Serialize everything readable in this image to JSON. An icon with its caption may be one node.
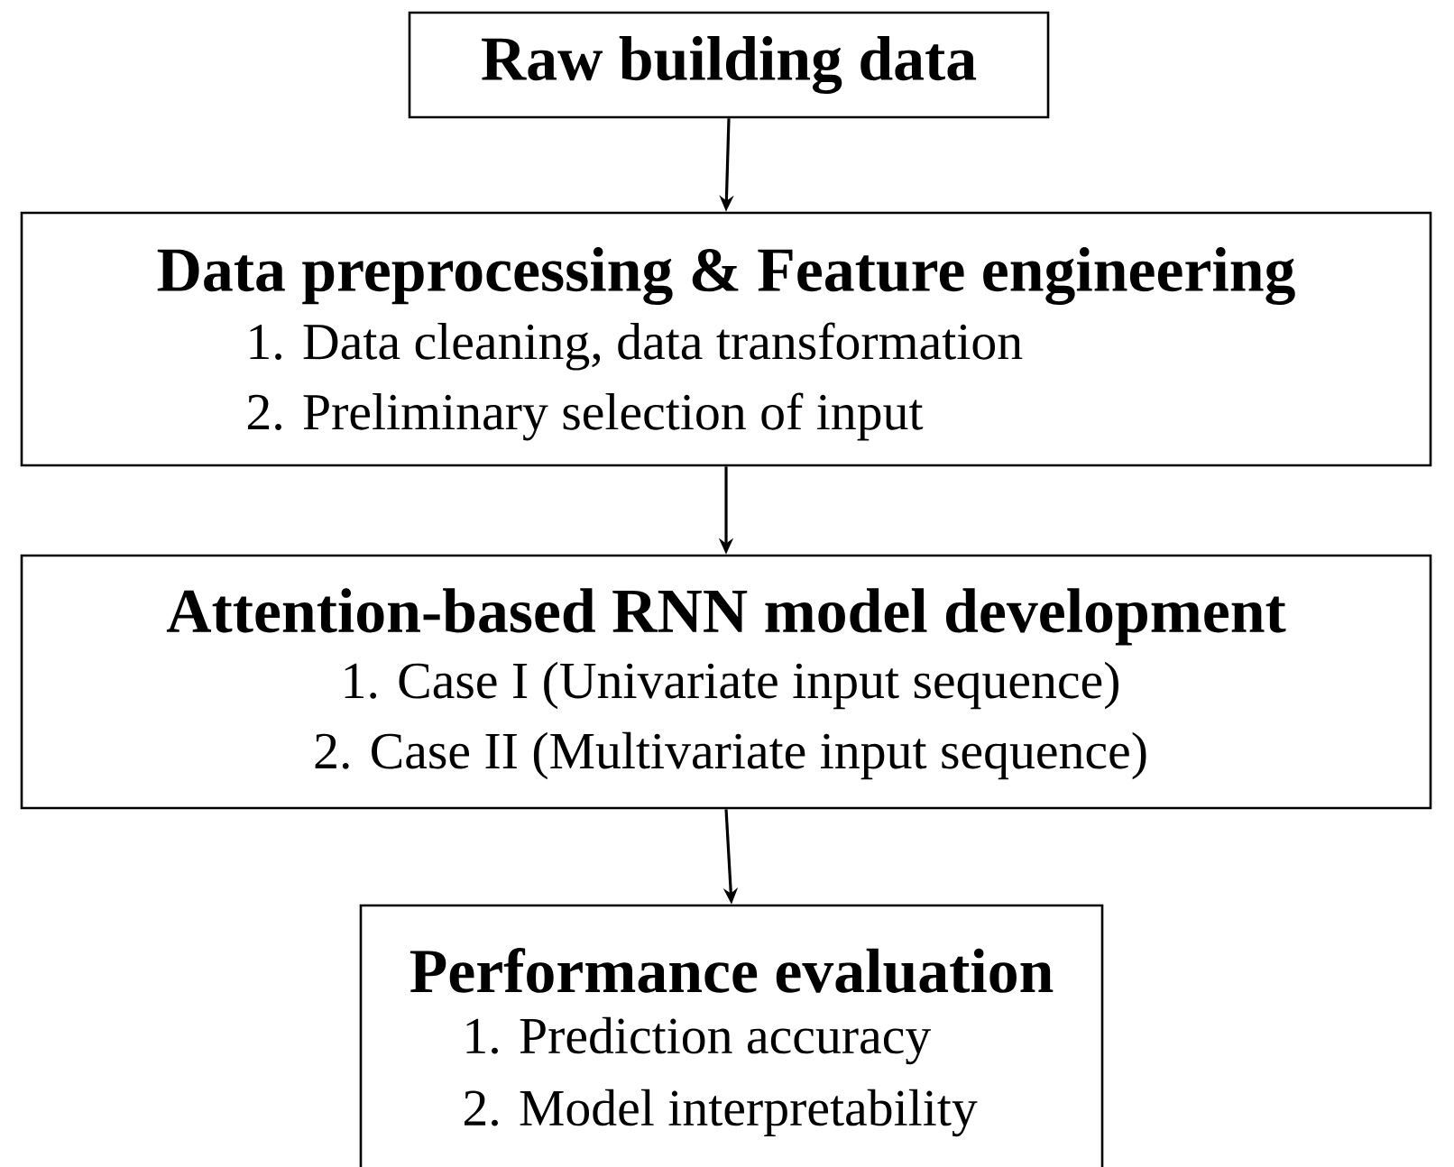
{
  "diagram": {
    "nodes": [
      {
        "text": [
          "Raw building data"
        ]
      },
      {
        "text": [
          "Data preprocessing & Feature engineering",
          "1. Data cleaning, data transformation",
          "2. Preliminary selection of input"
        ]
      },
      {
        "text": [
          "Attention-based RNN model development",
          "1. Case I (Univariate input sequence)",
          "2. Case II (Multivariate input sequence)"
        ]
      },
      {
        "text": [
          "Performance evaluation",
          "1. Prediction accuracy",
          "2. Model interpretability"
        ]
      }
    ],
    "edges": [
      {
        "from": 0,
        "to": 1,
        "arrow": "to"
      },
      {
        "from": 1,
        "to": 2,
        "arrow": "to"
      },
      {
        "from": 2,
        "to": 3,
        "arrow": "to"
      }
    ]
  }
}
